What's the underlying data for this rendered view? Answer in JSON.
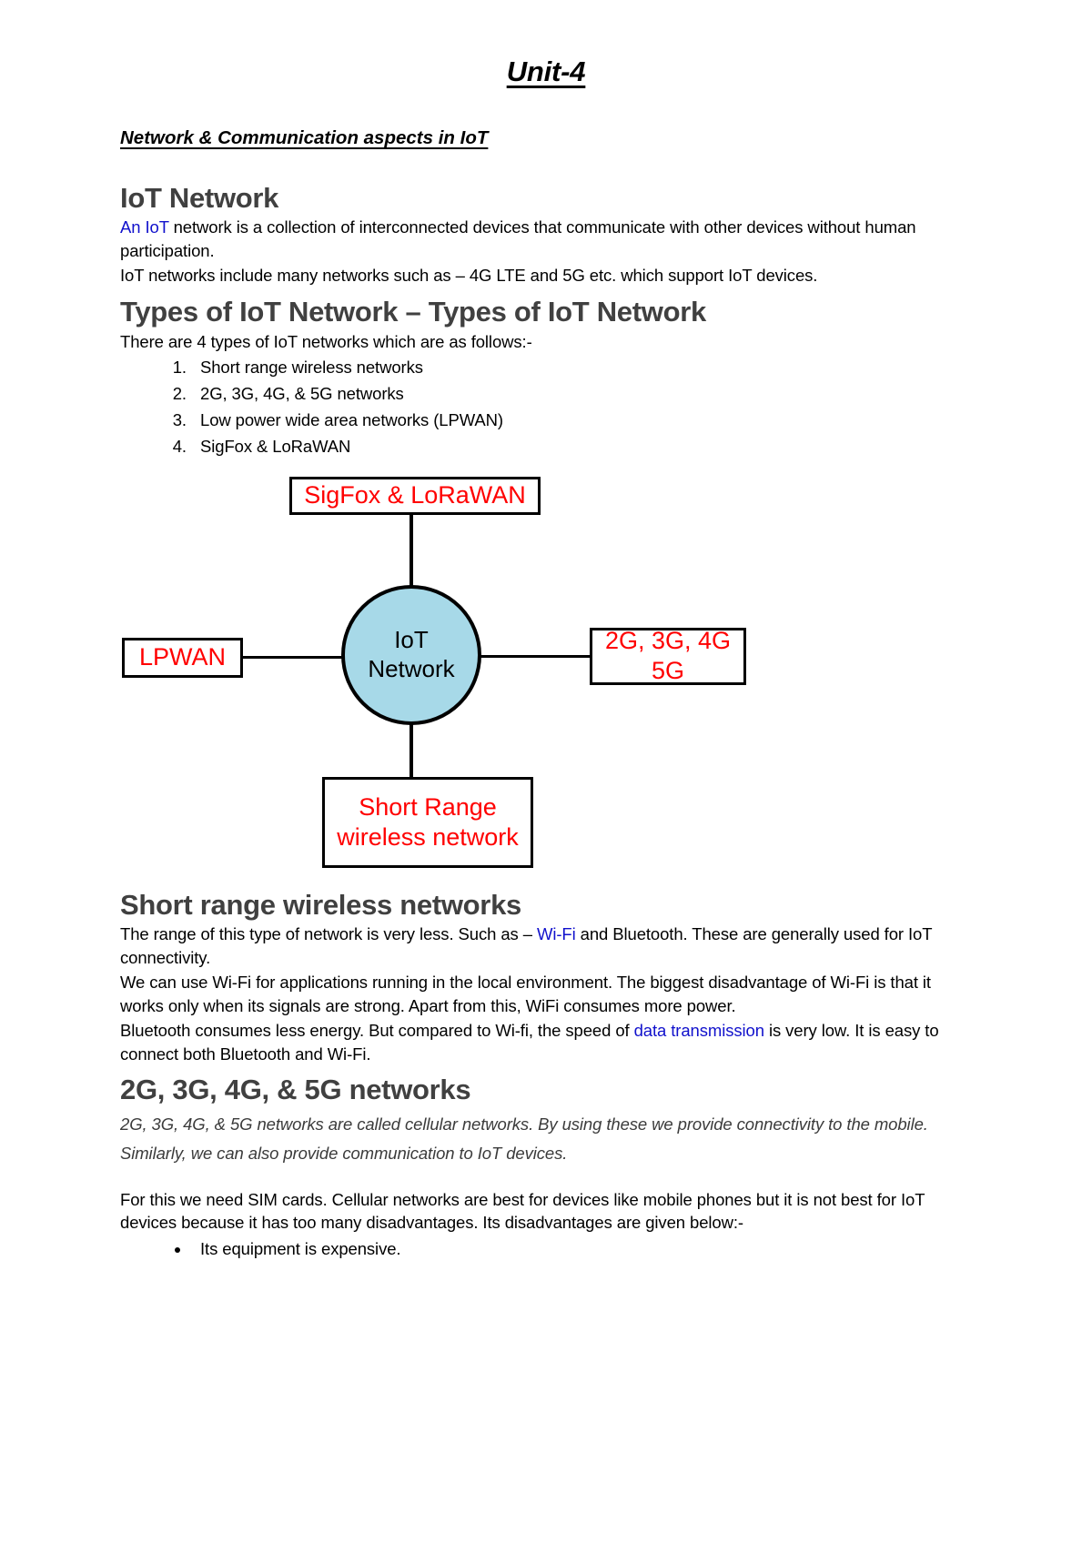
{
  "document": {
    "title": "Unit-4",
    "subtitle": "Network & Communication aspects in IoT"
  },
  "sections": {
    "iot_network": {
      "heading": "IoT Network",
      "para1_link": "An IoT",
      "para1_rest": " network is a collection of interconnected devices that communicate with other devices without human participation.",
      "para2": "IoT networks include many networks such as – 4G LTE and 5G etc. which support IoT devices."
    },
    "types": {
      "heading": "Types of IoT Network  – Types of IoT Network",
      "intro": "There are 4 types of IoT networks which are as follows:-",
      "items": [
        "Short range wireless networks",
        "2G, 3G, 4G, & 5G networks",
        "Low power wide area networks (LPWAN)",
        "SigFox & LoRaWAN"
      ]
    },
    "short_range": {
      "heading": "Short range wireless networks",
      "para1_a": "The range of this type of network is very less. Such as – ",
      "para1_link": "Wi-Fi",
      "para1_b": " and Bluetooth. These are generally used for IoT connectivity.",
      "para2": "We can use Wi-Fi for applications running in the local environment. The biggest disadvantage of Wi-Fi is that it works only when its signals are strong. Apart from this, WiFi consumes more power.",
      "para3_a": "Bluetooth consumes less energy. But compared to Wi-fi, the speed of ",
      "para3_link": "data transmission",
      "para3_b": " is very low. It is easy to connect both Bluetooth and Wi-Fi."
    },
    "cellular": {
      "heading": "2G, 3G, 4G, & 5G networks",
      "italic_para": "2G, 3G, 4G, & 5G networks are called cellular networks. By using these we provide connectivity to the mobile. Similarly, we can also provide communication to IoT devices.",
      "para": "For this we need SIM cards. Cellular networks are best for devices like mobile phones but it is not best for IoT devices because it has too many disadvantages. Its disadvantages are given below:-",
      "bullets": [
        "Its equipment is expensive."
      ]
    }
  },
  "diagram": {
    "center_line1": "IoT",
    "center_line2": "Network",
    "box_top": "SigFox & LoRaWAN",
    "box_left": "LPWAN",
    "box_right_line1": "2G, 3G, 4G",
    "box_right_line2": "5G",
    "box_bottom_line1": "Short Range",
    "box_bottom_line2": "wireless network",
    "colors": {
      "box_text": "#FF0000",
      "circle_fill": "#A7D9E8",
      "stroke": "#000000"
    }
  },
  "theme": {
    "link_color": "#1111CC",
    "heading_color": "#404040"
  }
}
